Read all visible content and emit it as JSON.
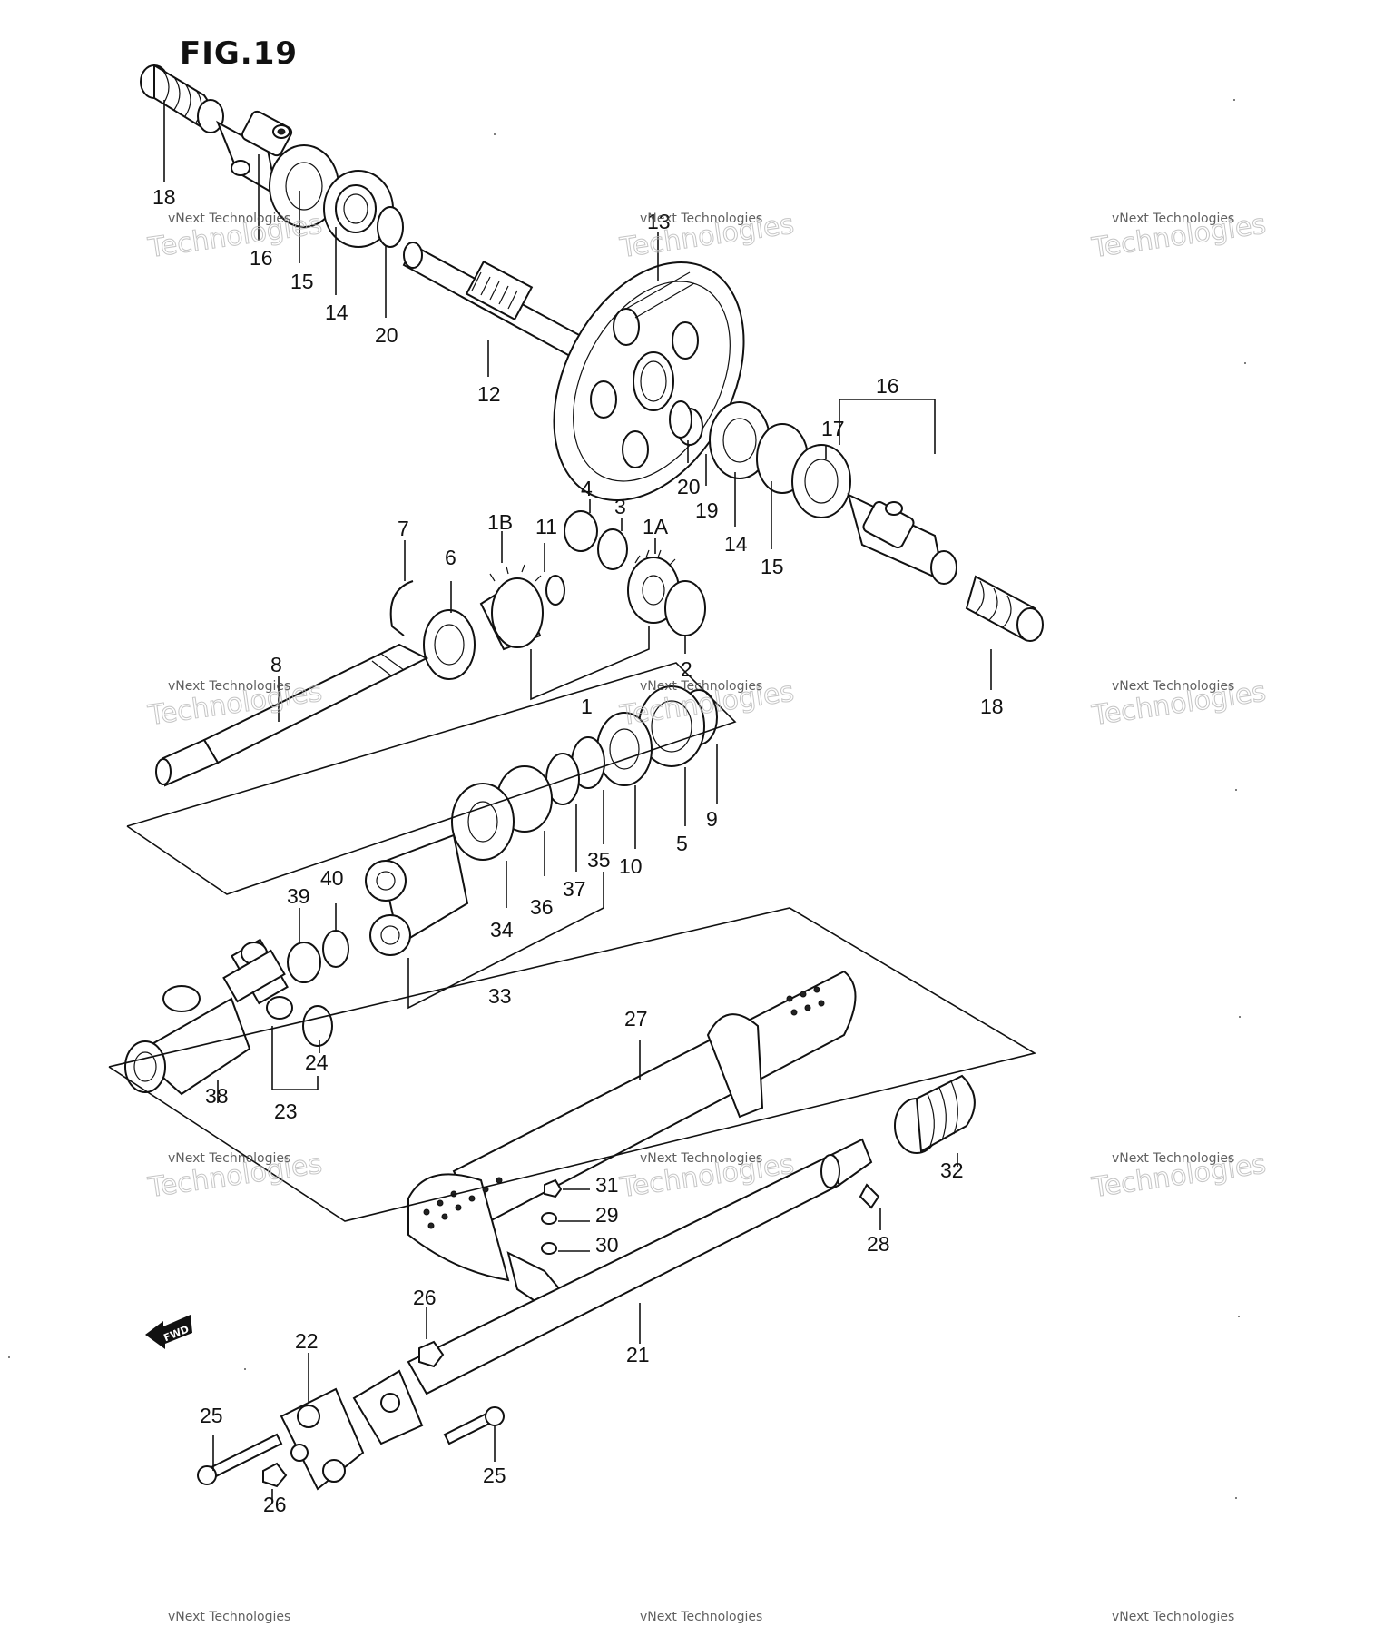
{
  "figure_title": "FIG.19",
  "fwd_label": "FWD",
  "watermark": {
    "line1": "vNext Technologies",
    "line2": "Technologies",
    "line3": "vNext"
  },
  "labels": [
    "18",
    "16",
    "15",
    "14",
    "20",
    "12",
    "13",
    "20",
    "19",
    "14",
    "15",
    "17",
    "16",
    "18",
    "4",
    "3",
    "1A",
    "1B",
    "11",
    "7",
    "6",
    "8",
    "1",
    "2",
    "9",
    "5",
    "10",
    "35",
    "37",
    "36",
    "34",
    "33",
    "39",
    "40",
    "38",
    "23",
    "24",
    "27",
    "31",
    "29",
    "30",
    "32",
    "28",
    "21",
    "26",
    "22",
    "25",
    "25",
    "26"
  ]
}
